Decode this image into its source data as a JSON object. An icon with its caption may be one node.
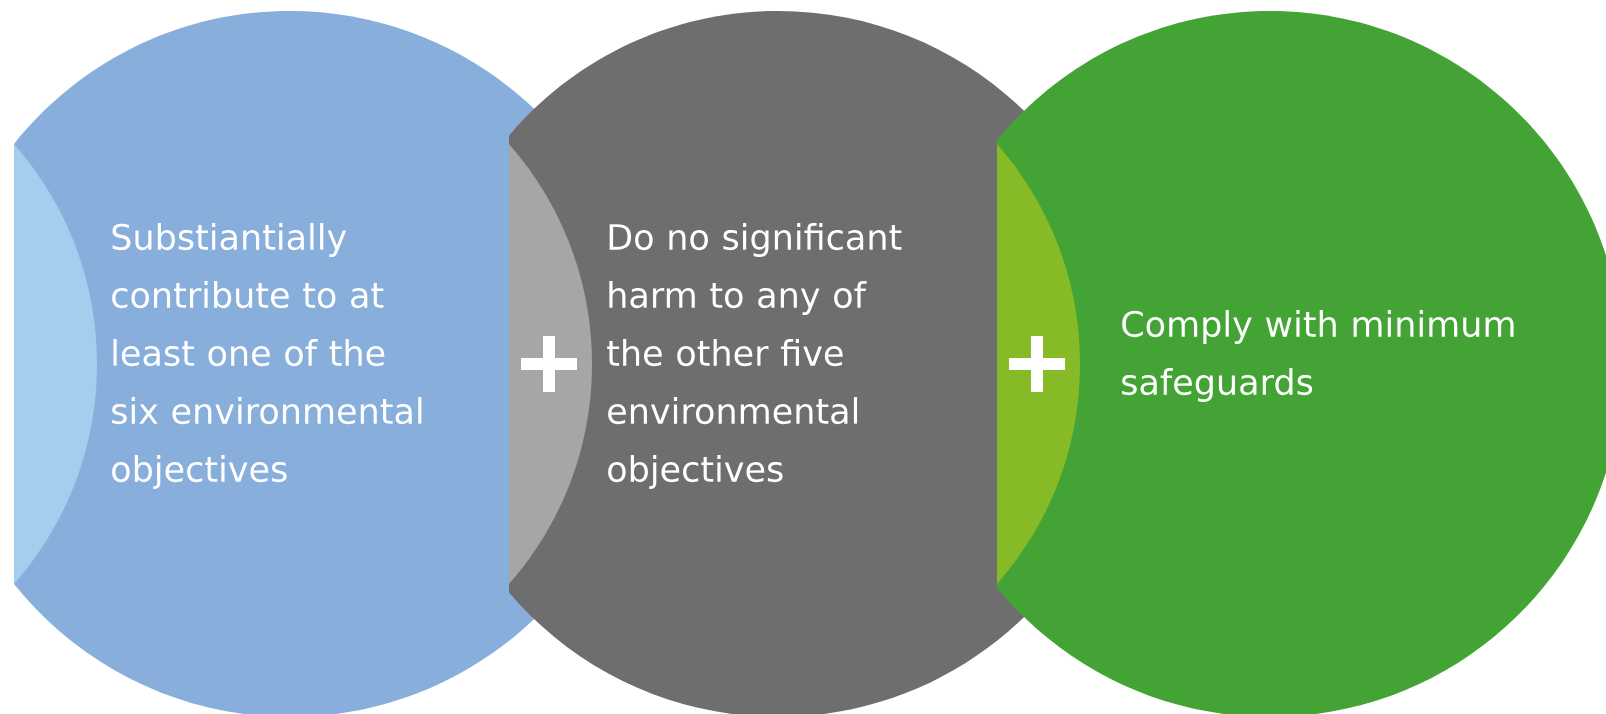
{
  "diagram": {
    "nodes": [
      {
        "text": [
          "Substiantially contribute to at least one of the six environmental objectives"
        ]
      },
      {
        "text": [
          "Do no significant harm to any of the other five environmental objectives"
        ]
      },
      {
        "text": [
          "Comply with minimum safeguards"
        ]
      }
    ]
  }
}
